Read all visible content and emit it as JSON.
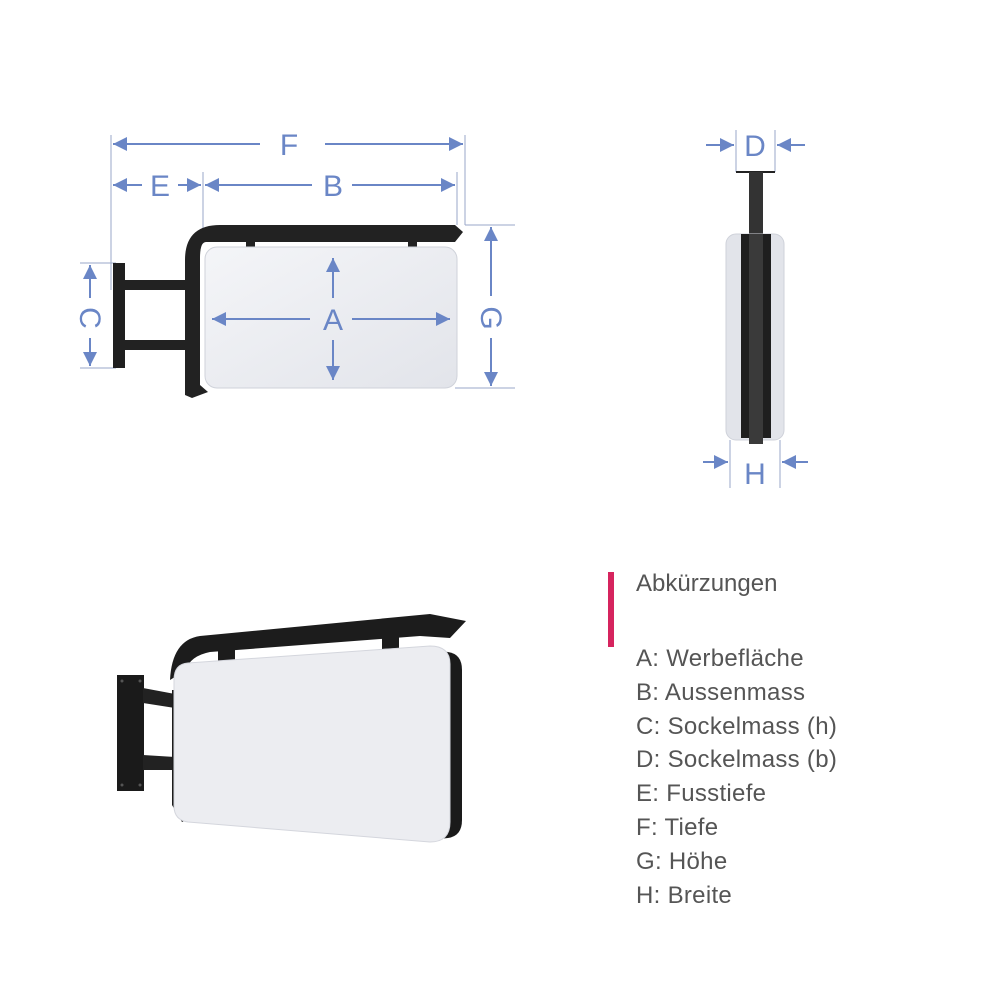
{
  "diagram": {
    "side_view": {
      "labels": {
        "A": "A",
        "B": "B",
        "C": "C",
        "E": "E",
        "F": "F",
        "G": "G"
      }
    },
    "end_view": {
      "labels": {
        "D": "D",
        "H": "H"
      }
    },
    "perspective_view": {}
  },
  "legend": {
    "accent_color": "#d6245e",
    "title": "Abkürzungen",
    "items": [
      "A: Werbefläche",
      "B: Aussenmass",
      "C: Sockelmass (h)",
      "D: Sockelmass (b)",
      "E: Fusstiefe",
      "F: Tiefe",
      "G: Höhe",
      "H: Breite"
    ]
  },
  "colors": {
    "dimension": "#6a86c6",
    "frame": "#1f1f1f",
    "panel": "#e9eaf0"
  }
}
